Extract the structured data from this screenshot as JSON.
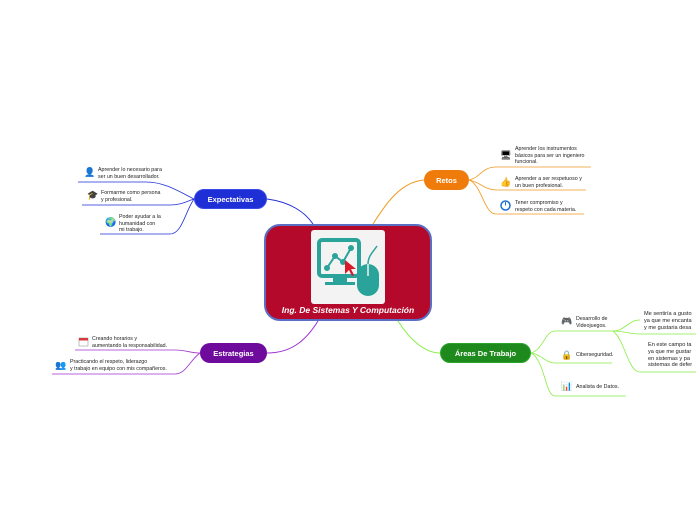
{
  "center": {
    "title": "Ing. De Sistemas Y Computación"
  },
  "expectativas": {
    "label": "Expectativas",
    "items": [
      {
        "text": "Aprender lo necesario para ser un buen desarrollador.",
        "l1": "Aprender lo necesario para",
        "l2": "ser un buen desarrollador."
      },
      {
        "text": "Formarme como persona y profesional.",
        "l1": "Formarme como persona",
        "l2": "y profesional."
      },
      {
        "text": "Poder ayudar a la humanidad con mi trabajo.",
        "l1": "Poder ayudar a la",
        "l2": "humanidad con",
        "l3": "mi trabajo."
      }
    ]
  },
  "retos": {
    "label": "Retos",
    "items": [
      {
        "l1": "Aprender los instrumentos",
        "l2": "básicos para ser un ingeniero",
        "l3": "funcional."
      },
      {
        "l1": "Aprender a ser respetuoso y",
        "l2": "un buen profesional."
      },
      {
        "l1": "Tener compromiso y",
        "l2": "respeto con cada materia."
      }
    ]
  },
  "estrategias": {
    "label": "Estrategias",
    "items": [
      {
        "l1": "Creando horarios y",
        "l2": "aumentando la responsabilidad."
      },
      {
        "l1": "Practicando el respeto, liderazgo",
        "l2": "y trabajo en equipo con mis compañeros."
      }
    ]
  },
  "areas": {
    "label": "Áreas De Trabajo",
    "items": [
      {
        "l1": "Desarrollo de",
        "l2": "Videojuegos."
      },
      {
        "l1": "Ciberseguridad."
      },
      {
        "l1": "Analista de Datos."
      }
    ],
    "sub": [
      {
        "l1": "Me sentiría a gusto",
        "l2": "ya que me encanta",
        "l3": "y me gustaria desa"
      },
      {
        "l1": "En este campo ta",
        "l2": "ya que me gustar",
        "l3": "en sistemas y pa",
        "l4": "sistemas de defer"
      }
    ]
  },
  "colors": {
    "center": "#b5092b",
    "expectativas": "#1f2fd6",
    "retos": "#ef7c0a",
    "estrategias": "#6e0a9c",
    "areas": "#1e8a1e",
    "areas_lines": "#88ee44"
  }
}
